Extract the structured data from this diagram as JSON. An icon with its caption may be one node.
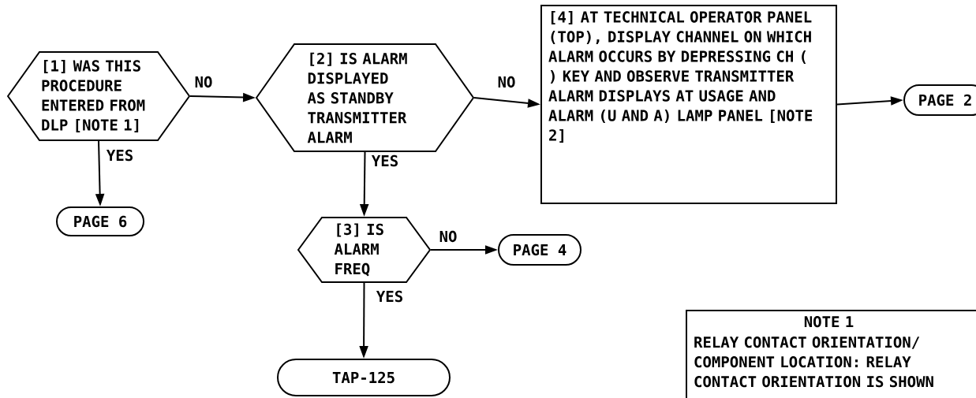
{
  "diagram": {
    "nodes": [
      {
        "text": [
          "[1] WAS THIS PROCEDURE ENTERED FROM DLP [NOTE 1]"
        ]
      },
      {
        "text": [
          "[2] IS ALARM DISPLAYED AS STANDBY TRANSMITTER ALARM"
        ]
      },
      {
        "text": [
          "[4] AT TECHNICAL OPERATOR PANEL (TOP), DISPLAY CHANNEL ON WHICH ALARM OCCURS BY DEPRESSING CH ( ) KEY AND OBSERVE TRANSMITTER ALARM DISPLAYS AT USAGE AND ALARM (U AND A) LAMP PANEL [NOTE 2]"
        ]
      },
      {
        "text": [
          "PAGE 2"
        ]
      },
      {
        "text": [
          "PAGE 6"
        ]
      },
      {
        "text": [
          "[3] IS ALARM FREQ"
        ]
      },
      {
        "text": [
          "PAGE 4"
        ]
      },
      {
        "text": [
          "TAP-125"
        ]
      },
      {
        "text": [
          "NOTE 1",
          "RELAY CONTACT ORIENTATION/ COMPONENT LOCATION: RELAY CONTACT ORIENTATION IS SHOWN"
        ]
      }
    ],
    "edges": [
      {
        "from": 0,
        "to": 1,
        "arrow": "to",
        "label": "NO"
      },
      {
        "from": 0,
        "to": 4,
        "arrow": "to",
        "label": "YES"
      },
      {
        "from": 1,
        "to": 2,
        "arrow": "to",
        "label": "NO"
      },
      {
        "from": 1,
        "to": 5,
        "arrow": "to",
        "label": "YES"
      },
      {
        "from": 2,
        "to": 3,
        "arrow": "to"
      },
      {
        "from": 5,
        "to": 6,
        "arrow": "to",
        "label": "NO"
      },
      {
        "from": 5,
        "to": 7,
        "arrow": "to",
        "label": "YES"
      }
    ]
  }
}
